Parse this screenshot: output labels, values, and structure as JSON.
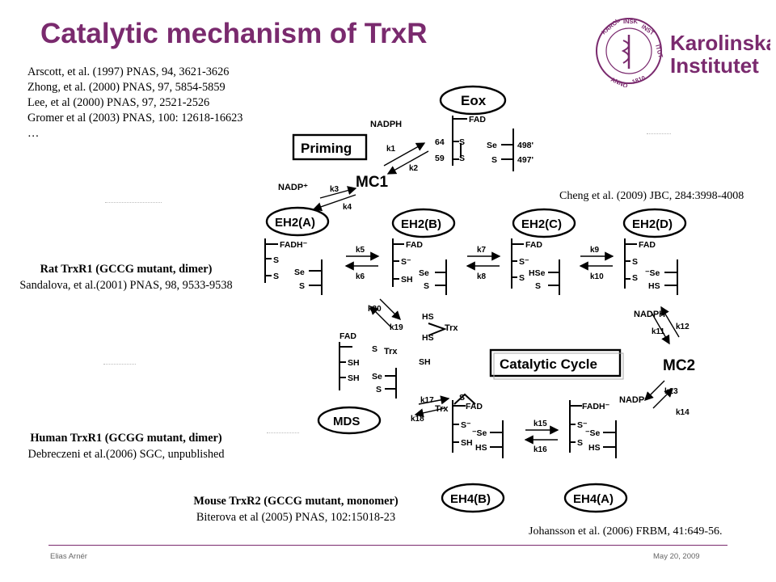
{
  "title": "Catalytic mechanism of TrxR",
  "references": [
    "Arscott, et al. (1997) PNAS, 94, 3621-3626",
    "Zhong, et al. (2000) PNAS, 97, 5854-5859",
    "Lee, et al (2000) PNAS, 97, 2521-2526",
    "Gromer et al (2003) PNAS, 100: 12618-16623",
    "…"
  ],
  "logo": {
    "name_line1": "Karolinska",
    "name_line2": "Institutet",
    "seal_text": "KAROLINSKA INSTITUTET ANNO 1810",
    "color": "#7a2a6e"
  },
  "captions": {
    "rat": {
      "title": "Rat TrxR1 (GCCG mutant, dimer)",
      "ref": "Sandalova, et al.(2001) PNAS, 98, 9533-9538"
    },
    "human": {
      "title": "Human TrxR1 (GCGG mutant, dimer)",
      "ref": "Debreczeni et al.(2006) SGC, unpublished"
    },
    "mouse": {
      "title": "Mouse TrxR2 (GCCG mutant, monomer)",
      "ref": "Biterova et al (2005) PNAS, 102:15018-23"
    }
  },
  "notes": {
    "cheng": "Cheng et al. (2009) JBC, 284:3998-4008",
    "johansson": "Johansson et al. (2006) FRBM, 41:649-56."
  },
  "footer": {
    "author": "Elias Arnér",
    "date": "May 20, 2009"
  },
  "diagram": {
    "states": {
      "eox": "Eox",
      "eh2a": "EH2(A)",
      "eh2b": "EH2(B)",
      "eh2c": "EH2(C)",
      "eh2d": "EH2(D)",
      "eh4a": "EH4(A)",
      "eh4b": "EH4(B)",
      "mds": "MDS"
    },
    "boxes": {
      "priming": "Priming",
      "catalytic": "Catalytic Cycle"
    },
    "intermediates": {
      "mc1": "MC1",
      "mc2": "MC2"
    },
    "reagents": {
      "nadph": "NADPH",
      "nadp": "NADP⁺",
      "trx": "Trx"
    },
    "rate_constants": [
      "k1",
      "k2",
      "k3",
      "k4",
      "k5",
      "k6",
      "k7",
      "k8",
      "k9",
      "k10",
      "k11",
      "k12",
      "k13",
      "k14",
      "k15",
      "k16",
      "k17",
      "k18",
      "k19",
      "k20"
    ],
    "residues": {
      "c64": "64",
      "c59": "59",
      "u498": "498'",
      "c497": "497'"
    },
    "groups": {
      "fad": "FAD",
      "fadh": "FADH⁻",
      "s": "S",
      "se": "Se",
      "sh": "SH",
      "hs": "HS",
      "hse": "HSe",
      "sm": "S⁻",
      "sem": "⁻Se"
    }
  }
}
